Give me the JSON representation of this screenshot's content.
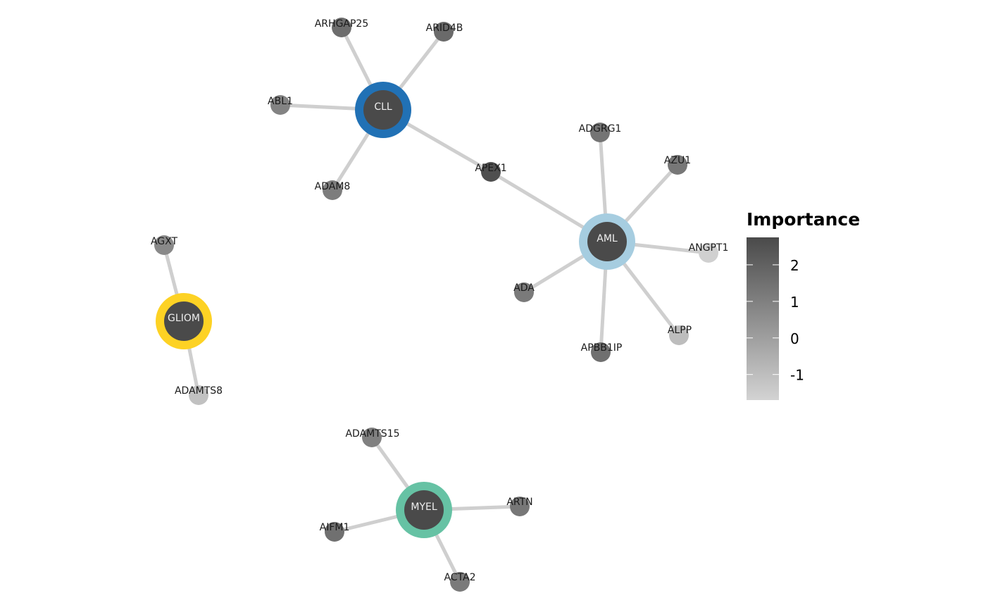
{
  "network": {
    "hubs": [
      {
        "id": "CLL",
        "label": "CLL",
        "ring_color": "#2171b5"
      },
      {
        "id": "AML",
        "label": "AML",
        "ring_color": "#a6cde0"
      },
      {
        "id": "GLIOM",
        "label": "GLIOM",
        "ring_color": "#fdd224"
      },
      {
        "id": "MYEL",
        "label": "MYEL",
        "ring_color": "#66c2a4"
      }
    ],
    "genes": [
      {
        "id": "ARHGAP25",
        "label": "ARHGAP25",
        "importance": 1.6
      },
      {
        "id": "ARID4B",
        "label": "ARID4B",
        "importance": 1.7
      },
      {
        "id": "ABL1",
        "label": "ABL1",
        "importance": 0.9
      },
      {
        "id": "ADAM8",
        "label": "ADAM8",
        "importance": 1.1
      },
      {
        "id": "APEX1",
        "label": "APEX1",
        "importance": 2.6
      },
      {
        "id": "ADGRG1",
        "label": "ADGRG1",
        "importance": 1.4
      },
      {
        "id": "AZU1",
        "label": "AZU1",
        "importance": 1.3
      },
      {
        "id": "ANGPT1",
        "label": "ANGPT1",
        "importance": -1.6
      },
      {
        "id": "ADA",
        "label": "ADA",
        "importance": 1.2
      },
      {
        "id": "ALPP",
        "label": "ALPP",
        "importance": -1.0
      },
      {
        "id": "APBB1IP",
        "label": "APBB1IP",
        "importance": 1.5
      },
      {
        "id": "AGXT",
        "label": "AGXT",
        "importance": 0.7
      },
      {
        "id": "ADAMTS8",
        "label": "ADAMTS8",
        "importance": -1.1
      },
      {
        "id": "ADAMTS15",
        "label": "ADAMTS15",
        "importance": 1.0
      },
      {
        "id": "ARTN",
        "label": "ARTN",
        "importance": 1.3
      },
      {
        "id": "AIFM1",
        "label": "AIFM1",
        "importance": 1.5
      },
      {
        "id": "ACTA2",
        "label": "ACTA2",
        "importance": 1.2
      }
    ],
    "edges": [
      [
        "CLL",
        "ARHGAP25"
      ],
      [
        "CLL",
        "ARID4B"
      ],
      [
        "CLL",
        "ABL1"
      ],
      [
        "CLL",
        "ADAM8"
      ],
      [
        "CLL",
        "APEX1"
      ],
      [
        "AML",
        "APEX1"
      ],
      [
        "AML",
        "ADGRG1"
      ],
      [
        "AML",
        "AZU1"
      ],
      [
        "AML",
        "ANGPT1"
      ],
      [
        "AML",
        "ADA"
      ],
      [
        "AML",
        "ALPP"
      ],
      [
        "AML",
        "APBB1IP"
      ],
      [
        "GLIOM",
        "AGXT"
      ],
      [
        "GLIOM",
        "ADAMTS8"
      ],
      [
        "MYEL",
        "ADAMTS15"
      ],
      [
        "MYEL",
        "ARTN"
      ],
      [
        "MYEL",
        "AIFM1"
      ],
      [
        "MYEL",
        "ACTA2"
      ]
    ]
  },
  "legend": {
    "title": "Importance",
    "ticks": [
      {
        "value": 2,
        "label": "2"
      },
      {
        "value": 1,
        "label": "1"
      },
      {
        "value": 0,
        "label": "0"
      },
      {
        "value": -1,
        "label": "-1"
      }
    ],
    "range": [
      -1.7,
      2.75
    ],
    "color_low": "#d3d3d3",
    "color_high": "#4a4a4a"
  }
}
